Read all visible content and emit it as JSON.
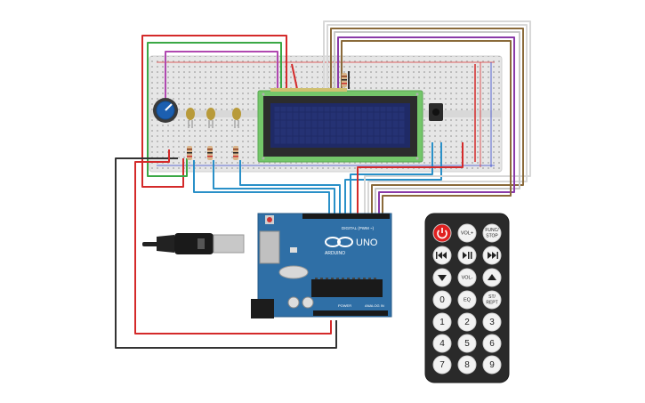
{
  "arduino": {
    "brand": "ARDUINO",
    "model": "UNO",
    "digital_label": "DIGITAL (PWM ~)",
    "power_label": "POWER",
    "analog_label": "ANALOG IN"
  },
  "remote": {
    "buttons": [
      {
        "id": "power",
        "label": "",
        "icon": "power-icon",
        "color": "#e02020"
      },
      {
        "id": "vol-up",
        "label": "VOL+"
      },
      {
        "id": "func-stop",
        "label": "FUNC/ STOP"
      },
      {
        "id": "prev",
        "label": "",
        "icon": "skip-back-icon"
      },
      {
        "id": "play-pause",
        "label": "",
        "icon": "play-pause-icon"
      },
      {
        "id": "next",
        "label": "",
        "icon": "skip-forward-icon"
      },
      {
        "id": "down",
        "label": "",
        "icon": "triangle-down-icon"
      },
      {
        "id": "vol-down",
        "label": "VOL-"
      },
      {
        "id": "up",
        "label": "",
        "icon": "triangle-up-icon"
      },
      {
        "id": "0",
        "label": "0"
      },
      {
        "id": "eq",
        "label": "EQ"
      },
      {
        "id": "st-rept",
        "label": "ST/ REPT"
      },
      {
        "id": "1",
        "label": "1"
      },
      {
        "id": "2",
        "label": "2"
      },
      {
        "id": "3",
        "label": "3"
      },
      {
        "id": "4",
        "label": "4"
      },
      {
        "id": "5",
        "label": "5"
      },
      {
        "id": "6",
        "label": "6"
      },
      {
        "id": "7",
        "label": "7"
      },
      {
        "id": "8",
        "label": "8"
      },
      {
        "id": "9",
        "label": "9"
      }
    ]
  },
  "colors": {
    "wire_red": "#d42a2a",
    "wire_black": "#333333",
    "wire_green": "#3aa845",
    "wire_blue": "#2a90c8",
    "wire_purple": "#8a3aa8",
    "wire_brown": "#8a6a3a",
    "wire_white": "#dcdcdc",
    "arduino_board": "#2f6fa6",
    "lcd_frame": "#74c66a",
    "lcd_screen": "#1f2a66",
    "remote_body": "#2a2a2a"
  }
}
